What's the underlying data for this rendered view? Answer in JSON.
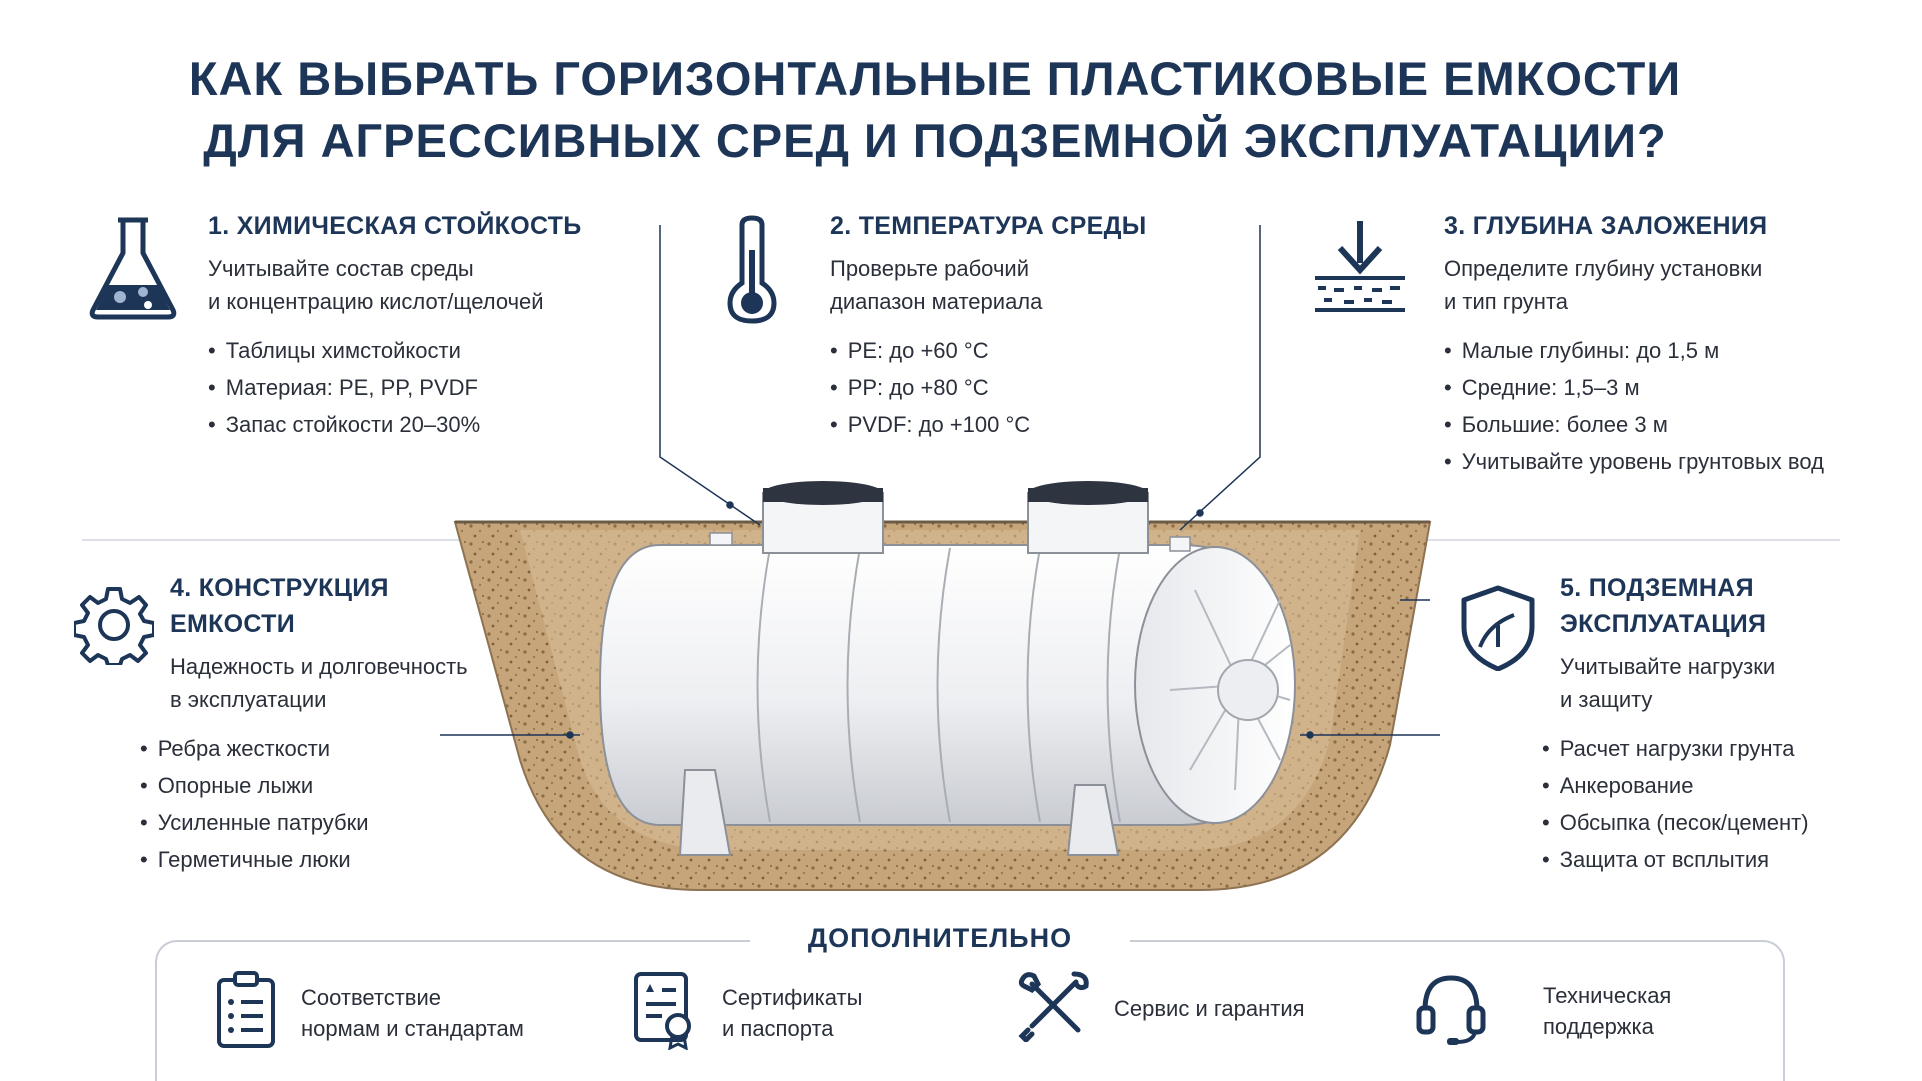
{
  "title": {
    "line1": "КАК ВЫБРАТЬ ГОРИЗОНТАЛЬНЫЕ ПЛАСТИКОВЫЕ ЕМКОСТИ",
    "line2": "ДЛЯ АГРЕССИВНЫХ СРЕД И ПОДЗЕМНОЙ ЭКСПЛУАТАЦИИ?"
  },
  "sections": [
    {
      "heading": "1. ХИМИЧЕСКАЯ СТОЙКОСТЬ",
      "icon": "flask-icon",
      "desc": [
        "Учитывайте состав среды",
        "и концентрацию кислот/щелочей"
      ],
      "items": [
        "Таблицы химстойкости",
        "Материая: PE, PP, PVDF",
        "Запас стойкости 20–30%"
      ]
    },
    {
      "heading": "2. ТЕМПЕРАТУРА СРЕДЫ",
      "icon": "thermometer-icon",
      "desc": [
        "Проверьте рабочий",
        "диапазон материала"
      ],
      "items": [
        "PE: до +60 °C",
        "PP: до +80 °C",
        "PVDF: до +100 °C"
      ]
    },
    {
      "heading": "3. ГЛУБИНА ЗАЛОЖЕНИЯ",
      "icon": "depth-arrow-icon",
      "desc": [
        "Определите глубину установки",
        "и тип грунта"
      ],
      "items": [
        "Малые глубины: до 1,5 м",
        "Средние: 1,5–3 м",
        "Большие: более 3 м",
        "Учитывайте уровень грунтовых вод"
      ]
    },
    {
      "heading_lines": [
        "4. КОНСТРУКЦИЯ",
        "ЕМКОСТИ"
      ],
      "icon": "gear-icon",
      "desc": [
        "Надежность и долговечность",
        "в эксплуатации"
      ],
      "items": [
        "Ребра жесткости",
        "Опорные лыжи",
        "Усиленные патрубки",
        "Герметичные люки"
      ]
    },
    {
      "heading_lines": [
        "5. ПОДЗЕМНАЯ",
        "ЭКСПЛУАТАЦИЯ"
      ],
      "icon": "shield-icon",
      "desc": [
        "Учитывайте нагрузки",
        "и защиту"
      ],
      "items": [
        "Расчет нагрузки грунта",
        "Анкерование",
        "Обсыпка (песок/цемент)",
        "Защита от всплытия"
      ]
    }
  ],
  "extra": {
    "title": "ДОПОЛНИТЕЛЬНО",
    "items": [
      {
        "icon": "clipboard-icon",
        "lines": [
          "Соответствие",
          "нормам и стандартам"
        ]
      },
      {
        "icon": "certificate-icon",
        "lines": [
          "Сертификаты",
          "и паспорта"
        ]
      },
      {
        "icon": "tools-icon",
        "lines": [
          "Сервис и гарантия"
        ]
      },
      {
        "icon": "headset-icon",
        "lines": [
          "Техническая",
          "поддержка"
        ]
      }
    ]
  },
  "colors": {
    "heading": "#1d3557",
    "text": "#2a2f3a",
    "soil": "#c9a97e",
    "tank": "#f1f2f4"
  }
}
